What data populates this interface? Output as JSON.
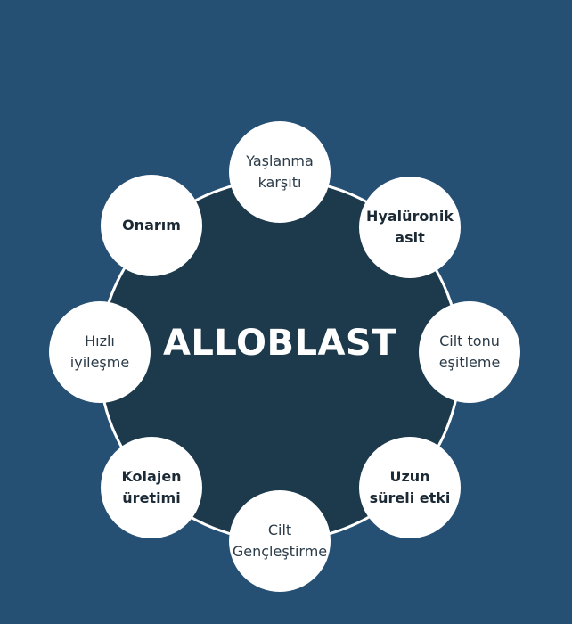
{
  "center": {
    "label": "ALLOBLAST"
  },
  "nodes": [
    {
      "id": "yaslanma-karsiti",
      "label": "Yaşlanma karşıtı",
      "bold": false
    },
    {
      "id": "hyaluronik-asit",
      "label": "Hyalüronik asit",
      "bold": true
    },
    {
      "id": "cilt-tonu-esitleme",
      "label": "Cilt tonu eşitleme",
      "bold": false
    },
    {
      "id": "uzun-sureli-etki",
      "label": "Uzun süreli etki",
      "bold": true
    },
    {
      "id": "cilt-genclestirme",
      "label": "Cilt Gençleştirme",
      "bold": false
    },
    {
      "id": "kolajen-uretimi",
      "label": "Kolajen üretimi",
      "bold": true
    },
    {
      "id": "hizli-iyilesme",
      "label": "Hızlı iyileşme",
      "bold": false
    },
    {
      "id": "onarim",
      "label": "Onarım",
      "bold": true
    }
  ],
  "colors": {
    "background": "#254f73",
    "hub": "#1d3a4c",
    "node": "#ffffff"
  }
}
